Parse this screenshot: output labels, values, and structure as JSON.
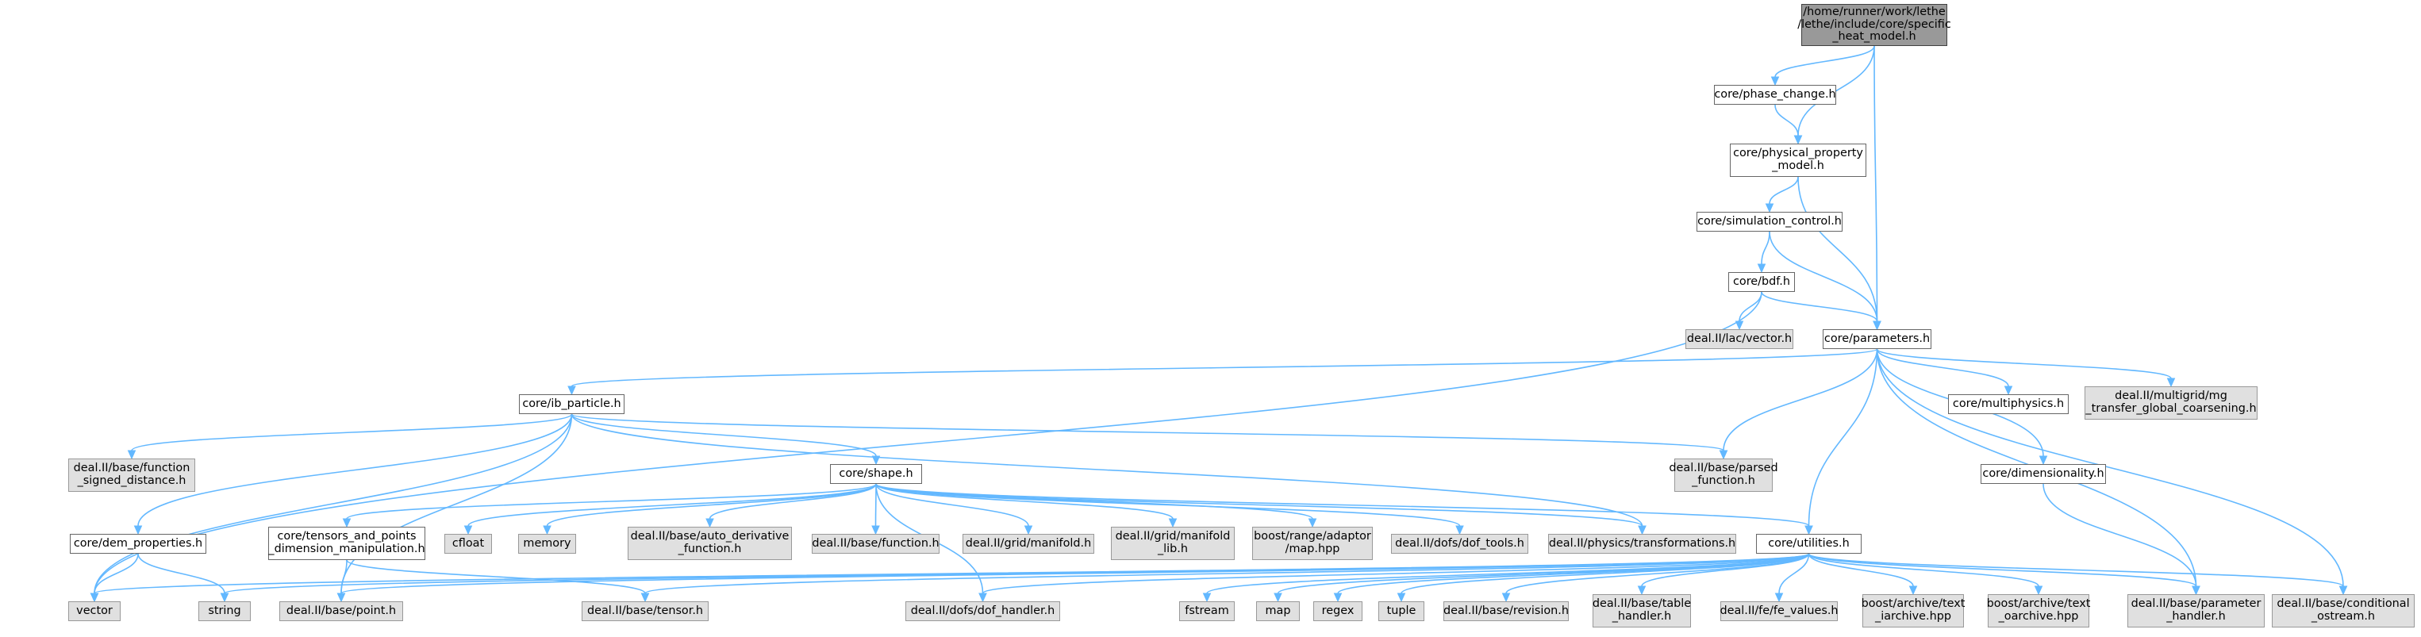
{
  "colors": {
    "edge": "#63b8ff",
    "root_fill": "#999999",
    "internal_fill": "#ffffff",
    "external_fill": "#e0e0e0"
  },
  "nodes": {
    "root": "/home/runner/work/lethe\n/lethe/include/core/specific\n_heat_model.h",
    "phase_change": "core/phase_change.h",
    "physical_property_model": "core/physical_property\n_model.h",
    "simulation_control": "core/simulation_control.h",
    "bdf": "core/bdf.h",
    "lac_vector": "deal.II/lac/vector.h",
    "parameters": "core/parameters.h",
    "ib_particle": "core/ib_particle.h",
    "multiphysics": "core/multiphysics.h",
    "mg_transfer": "deal.II/multigrid/mg\n_transfer_global_coarsening.h",
    "function_signed_distance": "deal.II/base/function\n_signed_distance.h",
    "parsed_function": "deal.II/base/parsed\n_function.h",
    "dimensionality": "core/dimensionality.h",
    "shape": "core/shape.h",
    "dem_properties": "core/dem_properties.h",
    "tensors_and_points": "core/tensors_and_points\n_dimension_manipulation.h",
    "cfloat": "cfloat",
    "memory": "memory",
    "auto_derivative_function": "deal.II/base/auto_derivative\n_function.h",
    "base_function": "deal.II/base/function.h",
    "grid_manifold": "deal.II/grid/manifold.h",
    "manifold_lib": "deal.II/grid/manifold\n_lib.h",
    "adaptor_map": "boost/range/adaptor\n/map.hpp",
    "dof_tools": "deal.II/dofs/dof_tools.h",
    "transformations": "deal.II/physics/transformations.h",
    "utilities": "core/utilities.h",
    "vector": "vector",
    "string": "string",
    "point": "deal.II/base/point.h",
    "tensor": "deal.II/base/tensor.h",
    "dof_handler": "deal.II/dofs/dof_handler.h",
    "fstream": "fstream",
    "map": "map",
    "regex": "regex",
    "tuple": "tuple",
    "revision": "deal.II/base/revision.h",
    "table_handler": "deal.II/base/table\n_handler.h",
    "fe_values": "deal.II/fe/fe_values.h",
    "text_iarchive": "boost/archive/text\n_iarchive.hpp",
    "text_oarchive": "boost/archive/text\n_oarchive.hpp",
    "parameter_handler": "deal.II/base/parameter\n_handler.h",
    "conditional_ostream": "deal.II/base/conditional\n_ostream.h"
  }
}
